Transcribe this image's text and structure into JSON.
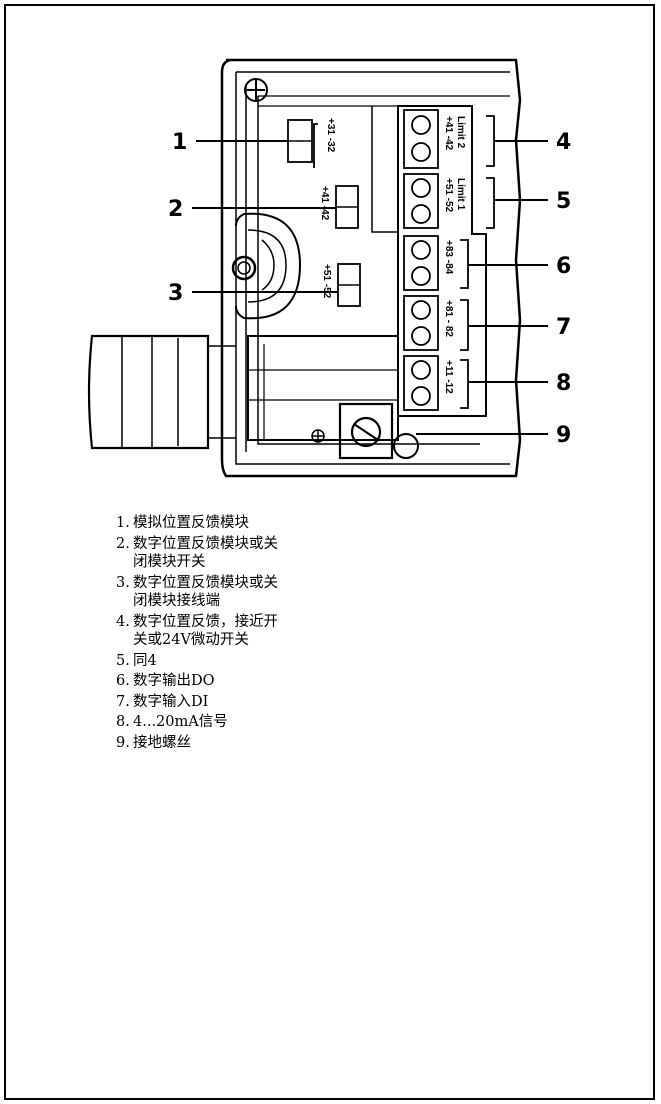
{
  "diagram": {
    "callouts": [
      "1",
      "2",
      "3",
      "4",
      "5",
      "6",
      "7",
      "8",
      "9"
    ],
    "terminals": {
      "t1": "+31 -32",
      "t2": "+41 -42",
      "t3": "+51 -52",
      "t4": "+41 -42",
      "t4b": "Limit 2",
      "t5": "+51 -52",
      "t5b": "Limit 1",
      "t6": "+83 -84",
      "t7": "+81 - 82",
      "t8": "+11 -12"
    }
  },
  "legend": [
    {
      "num": "1.",
      "text": "模拟位置反馈模块"
    },
    {
      "num": "2.",
      "text": "数字位置反馈模块或关闭模块开关"
    },
    {
      "num": "3.",
      "text": "数字位置反馈模块或关闭模块接线端"
    },
    {
      "num": "4.",
      "text": "数字位置反馈，接近开关或24V微动开关"
    },
    {
      "num": "5.",
      "text": "同4"
    },
    {
      "num": "6.",
      "text": "数字输出DO"
    },
    {
      "num": "7.",
      "text": "数字输入DI"
    },
    {
      "num": "8.",
      "text": "4...20mA信号"
    },
    {
      "num": "9.",
      "text": "接地螺丝"
    }
  ]
}
